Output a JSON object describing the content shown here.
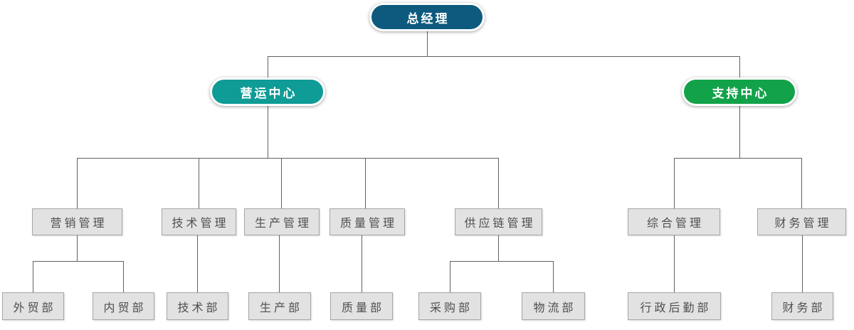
{
  "diagram_type": "org-chart",
  "colors": {
    "level1_fill": "#0d5a7e",
    "level2_operations_fill": "#0f9b96",
    "level2_support_fill": "#12a249",
    "node_fill": "#e2e2e2",
    "node_border": "#a6a6a6",
    "node_text": "#4f4f4f",
    "line": "#616161"
  },
  "nodes": [
    {
      "id": "general-manager",
      "label": "总经理",
      "level": 1
    },
    {
      "id": "operations-center",
      "label": "营运中心",
      "level": 2
    },
    {
      "id": "support-center",
      "label": "支持中心",
      "level": 2
    },
    {
      "id": "marketing-mgmt",
      "label": "营销管理",
      "level": 3
    },
    {
      "id": "tech-mgmt",
      "label": "技术管理",
      "level": 3
    },
    {
      "id": "production-mgmt",
      "label": "生产管理",
      "level": 3
    },
    {
      "id": "quality-mgmt",
      "label": "质量管理",
      "level": 3
    },
    {
      "id": "supply-chain-mgmt",
      "label": "供应链管理",
      "level": 3
    },
    {
      "id": "general-affairs-mgmt",
      "label": "综合管理",
      "level": 3
    },
    {
      "id": "finance-mgmt",
      "label": "财务管理",
      "level": 3
    },
    {
      "id": "foreign-trade-dept",
      "label": "外贸部",
      "level": 4
    },
    {
      "id": "domestic-trade-dept",
      "label": "内贸部",
      "level": 4
    },
    {
      "id": "tech-dept",
      "label": "技术部",
      "level": 4
    },
    {
      "id": "production-dept",
      "label": "生产部",
      "level": 4
    },
    {
      "id": "quality-dept",
      "label": "质量部",
      "level": 4
    },
    {
      "id": "purchasing-dept",
      "label": "采购部",
      "level": 4
    },
    {
      "id": "logistics-dept",
      "label": "物流部",
      "level": 4
    },
    {
      "id": "admin-logistics-dept",
      "label": "行政后勤部",
      "level": 4
    },
    {
      "id": "finance-dept",
      "label": "财务部",
      "level": 4
    }
  ],
  "edges": [
    {
      "from": "general-manager",
      "to": "operations-center"
    },
    {
      "from": "general-manager",
      "to": "support-center"
    },
    {
      "from": "operations-center",
      "to": "marketing-mgmt"
    },
    {
      "from": "operations-center",
      "to": "tech-mgmt"
    },
    {
      "from": "operations-center",
      "to": "production-mgmt"
    },
    {
      "from": "operations-center",
      "to": "quality-mgmt"
    },
    {
      "from": "operations-center",
      "to": "supply-chain-mgmt"
    },
    {
      "from": "support-center",
      "to": "general-affairs-mgmt"
    },
    {
      "from": "support-center",
      "to": "finance-mgmt"
    },
    {
      "from": "marketing-mgmt",
      "to": "foreign-trade-dept"
    },
    {
      "from": "marketing-mgmt",
      "to": "domestic-trade-dept"
    },
    {
      "from": "tech-mgmt",
      "to": "tech-dept"
    },
    {
      "from": "production-mgmt",
      "to": "production-dept"
    },
    {
      "from": "quality-mgmt",
      "to": "quality-dept"
    },
    {
      "from": "supply-chain-mgmt",
      "to": "purchasing-dept"
    },
    {
      "from": "supply-chain-mgmt",
      "to": "logistics-dept"
    },
    {
      "from": "general-affairs-mgmt",
      "to": "admin-logistics-dept"
    },
    {
      "from": "finance-mgmt",
      "to": "finance-dept"
    }
  ]
}
